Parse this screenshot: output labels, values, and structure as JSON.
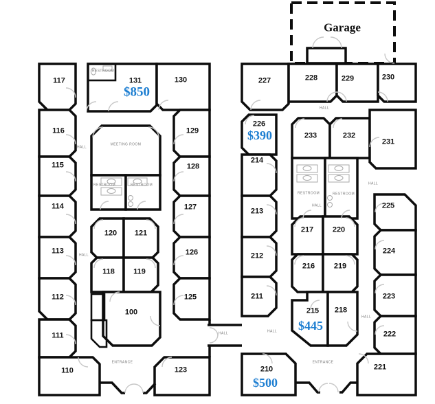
{
  "palette": {
    "wall": "#0d0d0d",
    "door_arc": "#c7c7c7",
    "price_blue": "#1d7ed1",
    "text": "#141414",
    "muted_label": "#7a7a7a"
  },
  "labels": {
    "garage": "Garage",
    "meeting_room": "MEETING ROOM",
    "restroom": "RESTROOM",
    "hall": "HALL",
    "entrance": "ENTRANCE"
  },
  "prices_shown": [
    "$850",
    "$390",
    "$445",
    "$500"
  ],
  "rooms": [
    {
      "number": "117"
    },
    {
      "number": "116"
    },
    {
      "number": "115"
    },
    {
      "number": "114"
    },
    {
      "number": "113"
    },
    {
      "number": "112"
    },
    {
      "number": "111"
    },
    {
      "number": "110"
    },
    {
      "number": "131",
      "price": "$850"
    },
    {
      "number": "130"
    },
    {
      "number": "129"
    },
    {
      "number": "128"
    },
    {
      "number": "127"
    },
    {
      "number": "126"
    },
    {
      "number": "125"
    },
    {
      "number": "123"
    },
    {
      "number": "120"
    },
    {
      "number": "121"
    },
    {
      "number": "118"
    },
    {
      "number": "119"
    },
    {
      "number": "100"
    },
    {
      "number": "227"
    },
    {
      "number": "228"
    },
    {
      "number": "229"
    },
    {
      "number": "230"
    },
    {
      "number": "226",
      "price": "$390"
    },
    {
      "number": "233"
    },
    {
      "number": "232"
    },
    {
      "number": "231"
    },
    {
      "number": "214"
    },
    {
      "number": "213"
    },
    {
      "number": "212"
    },
    {
      "number": "211"
    },
    {
      "number": "210",
      "price": "$500"
    },
    {
      "number": "225"
    },
    {
      "number": "224"
    },
    {
      "number": "223"
    },
    {
      "number": "222"
    },
    {
      "number": "221"
    },
    {
      "number": "217"
    },
    {
      "number": "220"
    },
    {
      "number": "216"
    },
    {
      "number": "219"
    },
    {
      "number": "215",
      "price": "$445"
    },
    {
      "number": "218"
    }
  ]
}
